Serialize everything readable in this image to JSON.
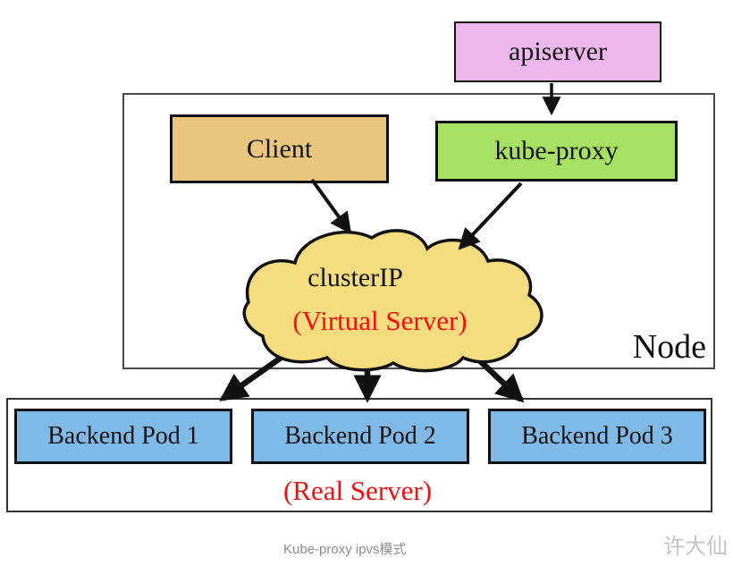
{
  "diagram": {
    "apiserver": {
      "label": "apiserver",
      "fill": "#edb7ed"
    },
    "client": {
      "label": "Client",
      "fill": "#eac57d"
    },
    "kube_proxy": {
      "label": "kube-proxy",
      "fill": "#a7e163"
    },
    "cluster_ip_cloud": {
      "title": "clusterIP",
      "subtitle": "(Virtual Server)",
      "fill": "#f5dc7e",
      "subtitle_color": "#f51010"
    },
    "node_label": "Node",
    "backend_pods": [
      "Backend Pod 1",
      "Backend Pod 2",
      "Backend Pod 3"
    ],
    "pod_fill": "#7fb9e8",
    "real_server_label": "(Real Server)",
    "edges": [
      {
        "from": "apiserver",
        "to": "kube-proxy"
      },
      {
        "from": "Client",
        "to": "clusterIP (Virtual Server)"
      },
      {
        "from": "kube-proxy",
        "to": "clusterIP (Virtual Server)"
      },
      {
        "from": "clusterIP (Virtual Server)",
        "to": "Backend Pod 1"
      },
      {
        "from": "clusterIP (Virtual Server)",
        "to": "Backend Pod 2"
      },
      {
        "from": "clusterIP (Virtual Server)",
        "to": "Backend Pod 3"
      }
    ]
  },
  "caption": "Kube-proxy ipvs模式",
  "watermark": "许大仙"
}
